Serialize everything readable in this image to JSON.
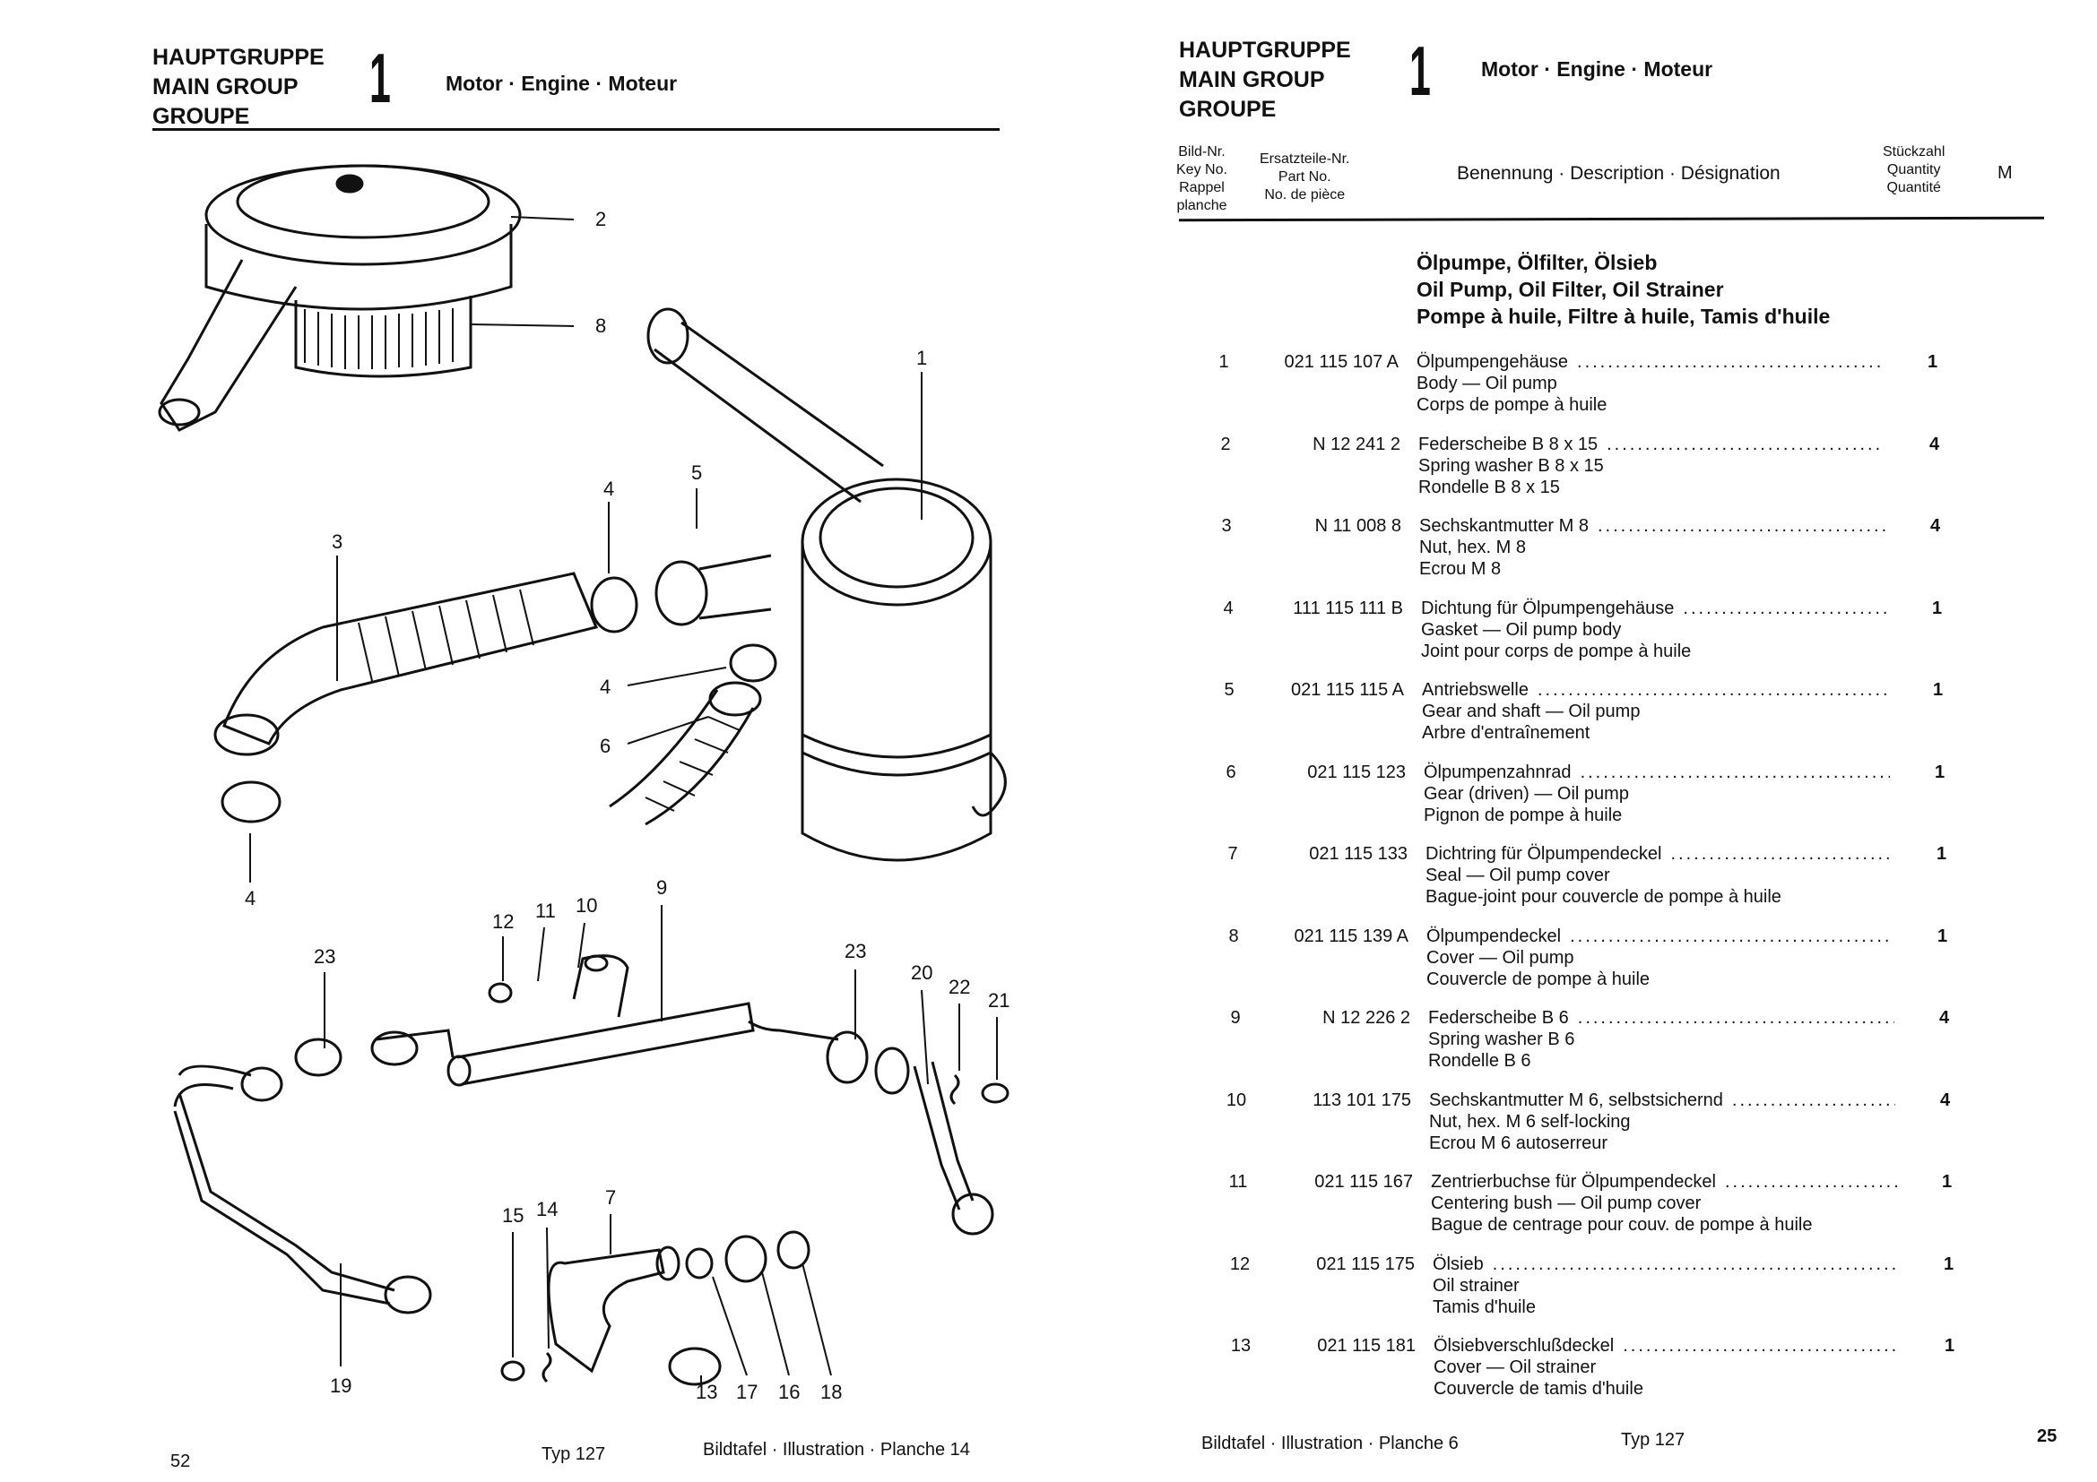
{
  "left_page": {
    "header": {
      "line1": "HAUPTGRUPPE",
      "line2": "MAIN GROUP",
      "line3": "GROUPE",
      "group_number": "1",
      "title": "Motor · Engine · Moteur"
    },
    "callouts": [
      "2",
      "8",
      "1",
      "5",
      "4",
      "3",
      "4",
      "6",
      "4",
      "12",
      "11",
      "10",
      "9",
      "23",
      "23",
      "20",
      "22",
      "21",
      "15",
      "14",
      "7",
      "19",
      "13",
      "17",
      "16",
      "18"
    ],
    "footer": {
      "page_number": "52",
      "type": "Typ 127",
      "plate": "Bildtafel · Illustration · Planche 14"
    }
  },
  "right_page": {
    "header": {
      "line1": "HAUPTGRUPPE",
      "line2": "MAIN GROUP",
      "line3": "GROUPE",
      "group_number": "1",
      "title": "Motor · Engine · Moteur"
    },
    "columns": {
      "key": [
        "Bild-Nr.",
        "Key No.",
        "Rappel",
        "planche"
      ],
      "part": [
        "Ersatzteile-Nr.",
        "Part No.",
        "No. de pièce"
      ],
      "description": "Benennung · Description · Désignation",
      "quantity": [
        "Stückzahl",
        "Quantity",
        "Quantité"
      ],
      "m": "M"
    },
    "section": {
      "de": "Ölpumpe, Ölfilter, Ölsieb",
      "en": "Oil Pump, Oil Filter, Oil Strainer",
      "fr": "Pompe à huile, Filtre à huile, Tamis d'huile"
    },
    "rows": [
      {
        "key": "1",
        "part": "021 115 107 A",
        "de": "Ölpumpengehäuse",
        "en": "Body — Oil pump",
        "fr": "Corps de pompe à huile",
        "qty": "1"
      },
      {
        "key": "2",
        "part": "N 12 241 2",
        "de": "Federscheibe B 8 x 15",
        "en": "Spring washer B 8 x 15",
        "fr": "Rondelle B 8 x 15",
        "qty": "4"
      },
      {
        "key": "3",
        "part": "N 11 008 8",
        "de": "Sechskantmutter M 8",
        "en": "Nut, hex. M 8",
        "fr": "Ecrou M 8",
        "qty": "4"
      },
      {
        "key": "4",
        "part": "111 115 111 B",
        "de": "Dichtung für Ölpumpengehäuse",
        "en": "Gasket — Oil pump body",
        "fr": "Joint pour corps de pompe à huile",
        "qty": "1"
      },
      {
        "key": "5",
        "part": "021 115 115 A",
        "de": "Antriebswelle",
        "en": "Gear and shaft — Oil pump",
        "fr": "Arbre d'entraînement",
        "qty": "1"
      },
      {
        "key": "6",
        "part": "021 115 123",
        "de": "Ölpumpenzahnrad",
        "en": "Gear (driven) — Oil pump",
        "fr": "Pignon de pompe à huile",
        "qty": "1"
      },
      {
        "key": "7",
        "part": "021 115 133",
        "de": "Dichtring für Ölpumpendeckel",
        "en": "Seal — Oil pump cover",
        "fr": "Bague-joint pour couvercle de pompe à huile",
        "qty": "1"
      },
      {
        "key": "8",
        "part": "021 115 139 A",
        "de": "Ölpumpendeckel",
        "en": "Cover — Oil pump",
        "fr": "Couvercle de pompe à huile",
        "qty": "1"
      },
      {
        "key": "9",
        "part": "N 12 226 2",
        "de": "Federscheibe B 6",
        "en": "Spring washer B 6",
        "fr": "Rondelle B 6",
        "qty": "4"
      },
      {
        "key": "10",
        "part": "113 101 175",
        "de": "Sechskantmutter M 6, selbstsichernd",
        "en": "Nut, hex. M 6 self-locking",
        "fr": "Ecrou M 6 autoserreur",
        "qty": "4"
      },
      {
        "key": "11",
        "part": "021 115 167",
        "de": "Zentrierbuchse für Ölpumpendeckel",
        "en": "Centering bush — Oil pump cover",
        "fr": "Bague de centrage pour couv. de pompe à huile",
        "qty": "1"
      },
      {
        "key": "12",
        "part": "021 115 175",
        "de": "Ölsieb",
        "en": "Oil strainer",
        "fr": "Tamis d'huile",
        "qty": "1"
      },
      {
        "key": "13",
        "part": "021 115 181",
        "de": "Ölsiebverschlußdeckel",
        "en": "Cover — Oil strainer",
        "fr": "Couvercle de tamis d'huile",
        "qty": "1"
      }
    ],
    "footer": {
      "plate": "Bildtafel · Illustration · Planche 6",
      "type": "Typ 127",
      "page_number": "25"
    }
  }
}
